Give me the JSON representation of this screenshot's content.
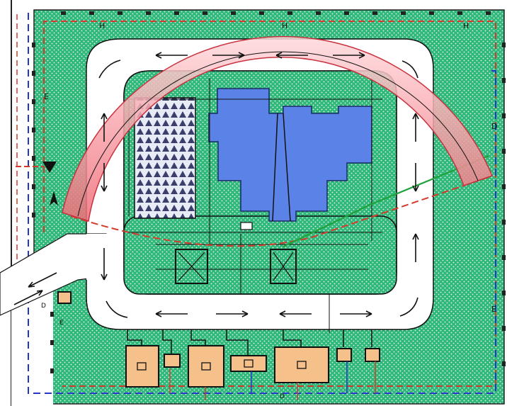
{
  "plan": {
    "labels": {
      "top_left": "H",
      "top_center": "H",
      "top_right": "H",
      "left_upper": "E",
      "left_mid": "E",
      "right_upper": "D",
      "right_lower": "E",
      "bottom_center": "D",
      "gate_mark": "D"
    },
    "colors": {
      "site_fill": "#2fb879",
      "road": "#ffffff",
      "arc_band": "#f27c86",
      "building": "#5b82e6",
      "utility_box": "#f6c08a",
      "boundary_red": "#d33a2c",
      "boundary_blue": "#2637c8",
      "pipe_green": "#1fa23a",
      "stockpile": "#3b3f6b"
    },
    "icons": {
      "tower_crane": "triangle-icon",
      "north": "north-arrow-icon",
      "flow_arrow": "double-arrow-icon"
    }
  }
}
